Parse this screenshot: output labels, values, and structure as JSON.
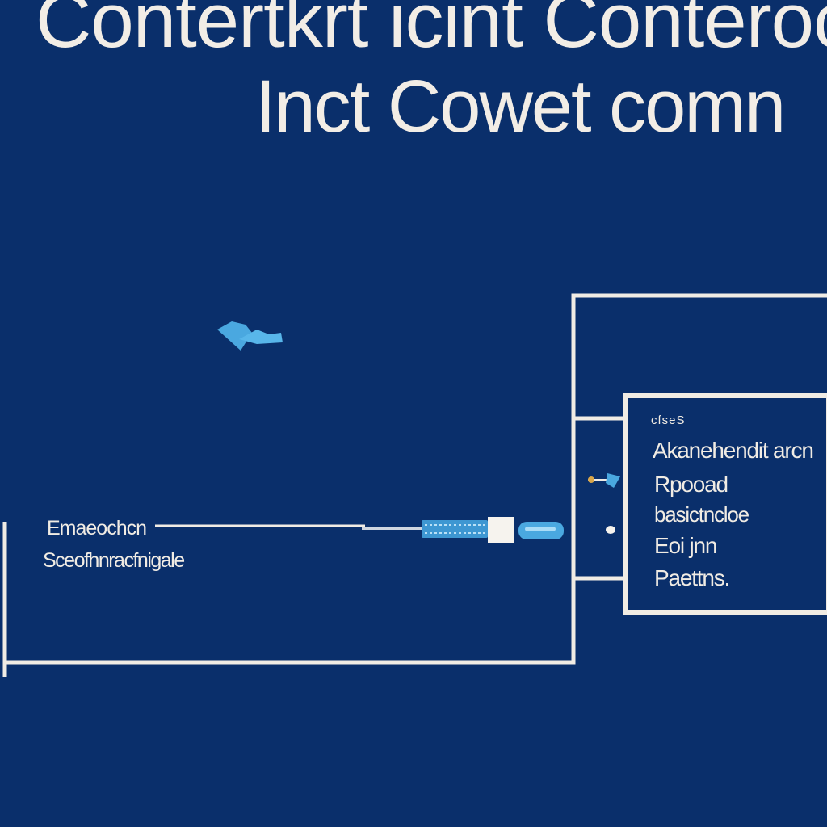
{
  "title": {
    "line1": "Contertkrt icint Conteroc",
    "line2": "Inct Cowet comn"
  },
  "left_labels": {
    "label1": "Emaeochcn",
    "label2": "Sceofhnracfnigale"
  },
  "panel": {
    "header": "cfseS",
    "rows": [
      "Akanehendit arcn",
      "Rpooad",
      "basictncloe",
      "Eoi jnn",
      "Paettns."
    ]
  },
  "colors": {
    "background": "#0a2f6b",
    "line": "#f1ece4",
    "accent": "#4aa8e0",
    "connector_dot": "#d9a64a"
  },
  "icons": {
    "bird": "bird-icon",
    "plug": "cable-connector-icon"
  }
}
